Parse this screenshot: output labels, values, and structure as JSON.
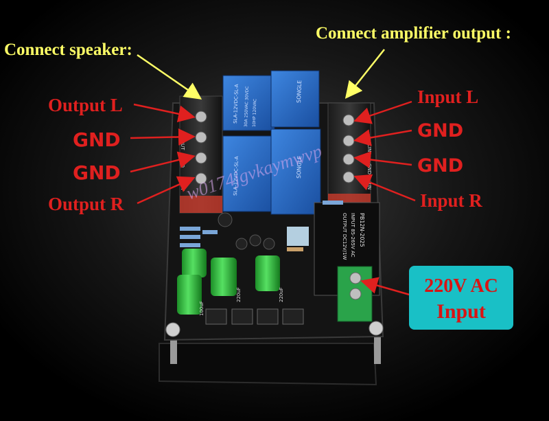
{
  "labels": {
    "connect_speaker": "Connect speaker",
    "connect_amplifier": "Connect amplifier output",
    "output_l": "Output L",
    "gnd_left_1": "GND",
    "gnd_left_2": "GND",
    "output_r": "Output R",
    "input_l": "Input L",
    "gnd_right_1": "GND",
    "gnd_right_2": "GND",
    "input_r": "Input R",
    "ac_line1": "220V AC",
    "ac_line2": "Input"
  },
  "board_text": {
    "relay_brand": "SONGLE",
    "relay_model": "SLA-12VDC-SL-A",
    "relay_rating_1": "30A 250VAC 30VDC",
    "relay_rating_2": "10HP 120VAC",
    "psu_model": "PB12N-2025",
    "psu_input": "INPUT 85-265V AC",
    "psu_output": "OUTPUT DC12V/1W",
    "terminal_left_1": "LOUT",
    "terminal_left_2": "GND",
    "terminal_left_3": "ROUT",
    "terminal_right_1": "LIN",
    "terminal_right_2": "GND",
    "terminal_right_3": "RIN",
    "cap_label_1": "100uF",
    "cap_label_2": "220uF",
    "cap_label_3": "220uF"
  },
  "watermark": "w0174jgvkaymwvp",
  "colors": {
    "arrow_yellow": "#ffff66",
    "arrow_red": "#e0201f",
    "relay_blue": "#1f5fb8",
    "callout_bg": "#19c0c6",
    "capacitor_green": "#2fbf3a",
    "terminal_green": "#2aa34a"
  }
}
